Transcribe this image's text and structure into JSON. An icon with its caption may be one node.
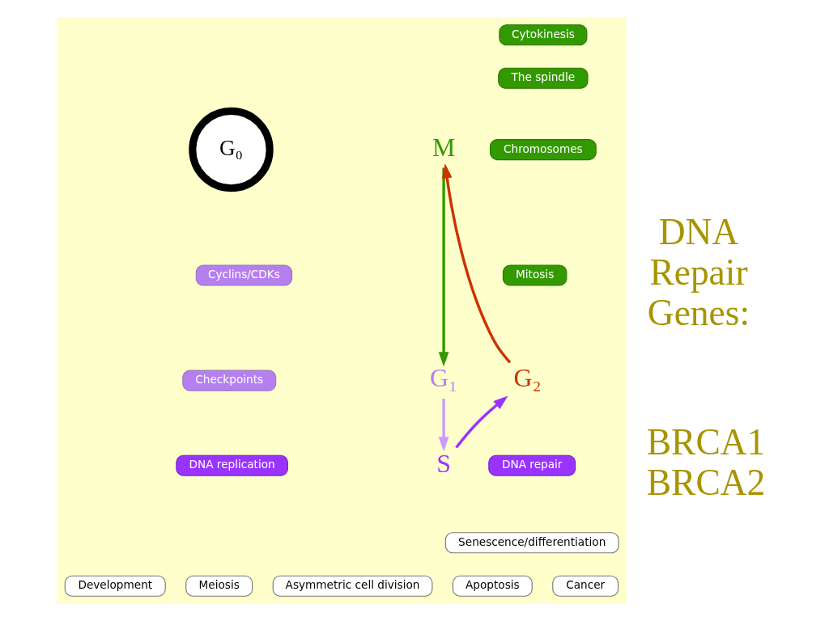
{
  "diagram": {
    "nodes": [
      {
        "text": [],
        "shape": "box"
      },
      {
        "text": [
          "Cytokinesis"
        ],
        "in": 0
      },
      {
        "text": [
          "The spindle"
        ],
        "in": 0
      },
      {
        "text": [
          "M"
        ],
        "in": 0
      },
      {
        "text": [
          "G₀"
        ],
        "in": 0
      },
      {
        "text": [
          "Mitosis"
        ],
        "in": 0
      },
      {
        "text": [
          "Chromosomes"
        ],
        "in": 0
      },
      {
        "text": [
          "Cyclins/CDKs"
        ],
        "in": 0
      },
      {
        "text": [
          "G₁"
        ],
        "in": 0
      },
      {
        "text": [
          "G₂"
        ],
        "in": 0
      },
      {
        "text": [
          "Checkpoints"
        ],
        "in": 0
      },
      {
        "text": [
          "DNA repair"
        ],
        "in": 0
      },
      {
        "text": [
          "S"
        ],
        "in": 0
      },
      {
        "text": [
          "DNA replication"
        ],
        "in": 0
      },
      {
        "text": [
          "Senescence/differentiation"
        ],
        "in": 0
      },
      {
        "text": [
          "Cancer"
        ],
        "in": 0
      },
      {
        "text": [
          "Apoptosis"
        ],
        "in": 0
      },
      {
        "text": [
          "Asymmetric cell division"
        ],
        "in": 0
      },
      {
        "text": [
          "Meiosis"
        ],
        "in": 0
      },
      {
        "text": [
          "Development"
        ],
        "in": 0
      }
    ],
    "edges": [
      {
        "from": 3,
        "to": 8,
        "arrow": "to",
        "color": "#339900"
      },
      {
        "from": 8,
        "to": 12,
        "arrow": "to",
        "color": "#cc99ff"
      },
      {
        "from": 12,
        "to": 9,
        "arrow": "to",
        "color": "#9933ff"
      },
      {
        "from": 9,
        "to": 3,
        "arrow": "to",
        "color": "#cc3300"
      }
    ],
    "labels": [
      "DNA Repair Genes:",
      "BRCA1 BRCA2"
    ]
  }
}
